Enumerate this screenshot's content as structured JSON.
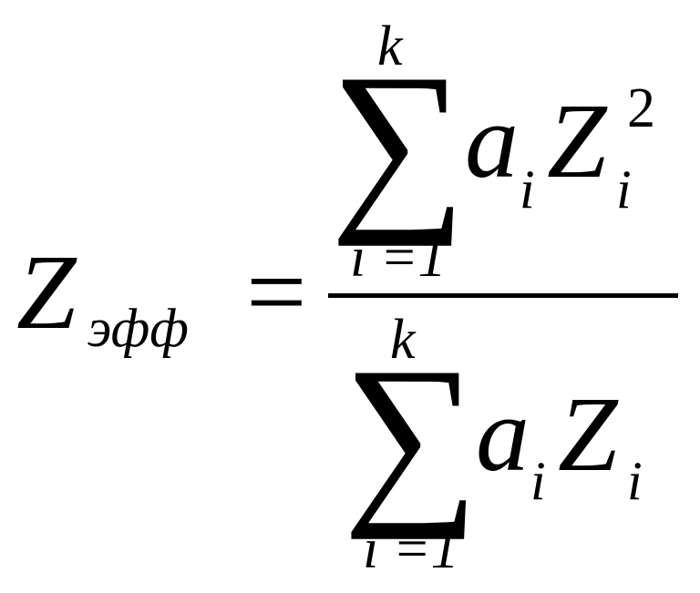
{
  "formula": {
    "lhs": {
      "symbol": "Z",
      "subscript": "эфф"
    },
    "equals": "=",
    "numerator": {
      "sum_symbol": "∑",
      "upper_limit": "k",
      "lower_limit": "i =1",
      "coef": "a",
      "coef_index": "i",
      "var": "Z",
      "var_index": "i",
      "exponent": "2"
    },
    "denominator": {
      "sum_symbol": "∑",
      "upper_limit": "k",
      "lower_limit": "i =1",
      "coef": "a",
      "coef_index": "i",
      "var": "Z",
      "var_index": "i"
    }
  }
}
